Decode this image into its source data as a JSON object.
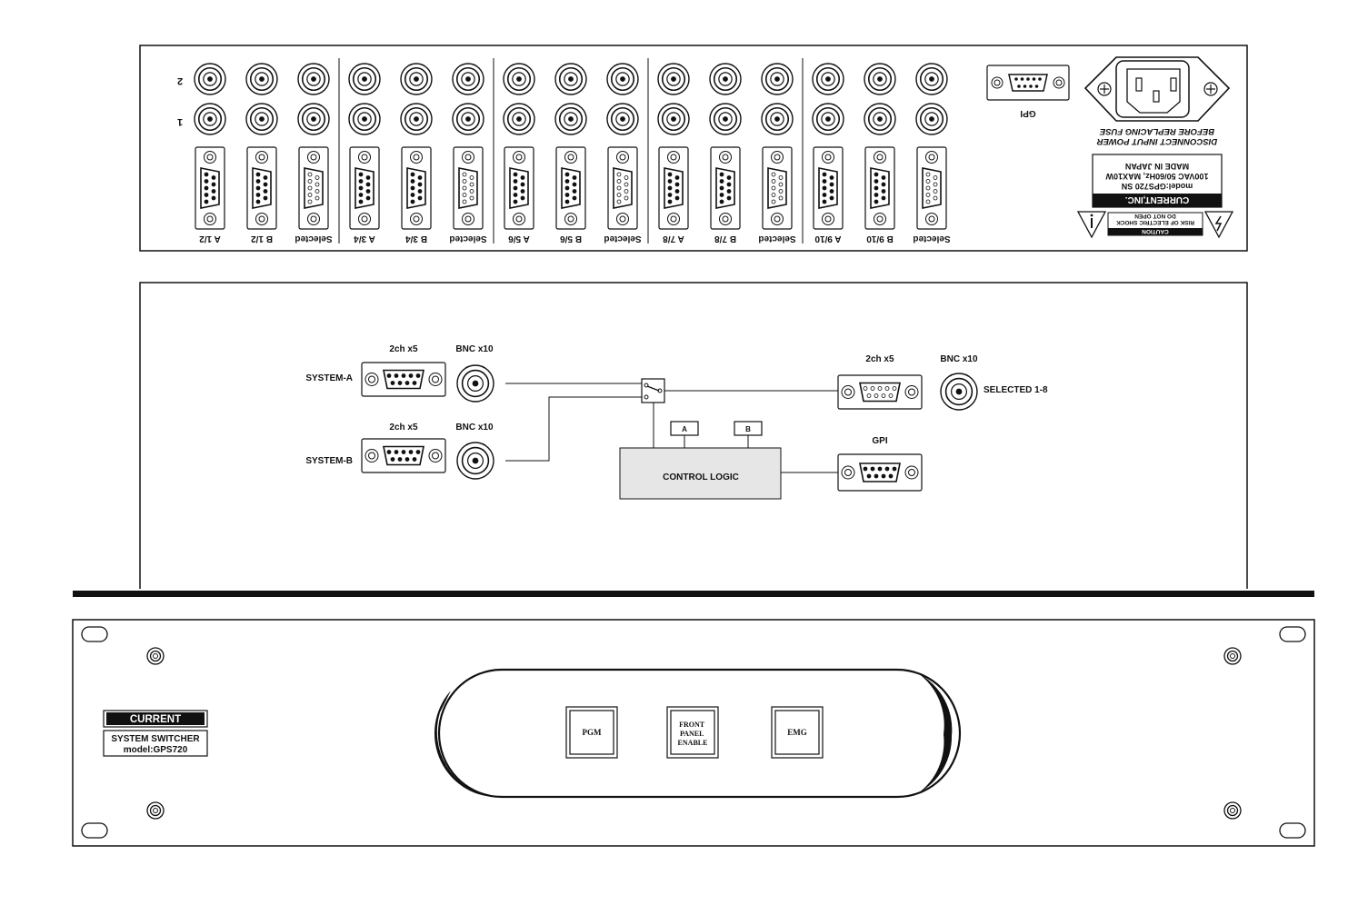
{
  "rear_panel": {
    "bnc_row_labels": [
      "2",
      "1"
    ],
    "groups": [
      {
        "labels": [
          "A 1/2",
          "B 1/2",
          "Selected"
        ]
      },
      {
        "labels": [
          "A 3/4",
          "B 3/4",
          "Selected"
        ]
      },
      {
        "labels": [
          "A 5/6",
          "B 5/6",
          "Selected"
        ]
      },
      {
        "labels": [
          "A 7/8",
          "B 7/8",
          "Selected"
        ]
      },
      {
        "labels": [
          "A 9/10",
          "B 9/10",
          "Selected"
        ]
      }
    ],
    "gpi_label": "GPI",
    "fuse_warning": [
      "DISCONNECT INPUT POWER",
      "BEFORE REPLACING FUSE"
    ],
    "label_plate": {
      "lines": [
        "MADE IN JAPAN",
        "100VAC 50/60Hz, MAX10W",
        "model:GPS720 SN"
      ],
      "company": "CURRENT,INC."
    },
    "caution": {
      "title": "CAUTION",
      "lines": [
        "RISK OF ELECTRIC SHOCK",
        "DO NOT OPEN"
      ]
    }
  },
  "block_diagram": {
    "system_a": {
      "label": "SYSTEM-A",
      "connector_label": "2ch x5",
      "bnc_label": "BNC x10"
    },
    "system_b": {
      "label": "SYSTEM-B",
      "connector_label": "2ch x5",
      "bnc_label": "BNC x10"
    },
    "output": {
      "connector_label": "2ch x5",
      "bnc_label": "BNC x10",
      "label": "SELECTED 1-8"
    },
    "control_logic_label": "CONTROL LOGIC",
    "input_a_label": "A",
    "input_b_label": "B",
    "gpi_label": "GPI"
  },
  "front_panel": {
    "brand": "CURRENT",
    "product_name": "SYSTEM SWITCHER",
    "model": "model:GPS720",
    "buttons": [
      "PGM",
      "FRONT PANEL ENABLE",
      "EMG"
    ]
  }
}
